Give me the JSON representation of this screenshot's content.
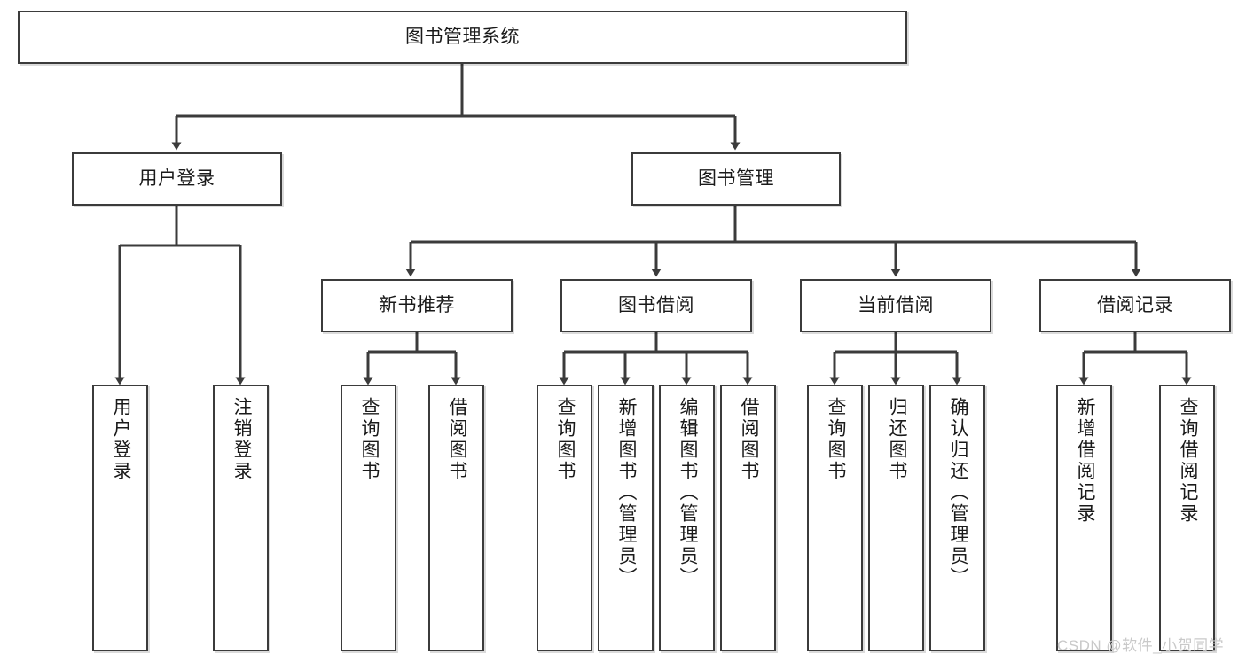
{
  "diagram": {
    "type": "hierarchy-tree",
    "root": {
      "id": "root",
      "label": "图书管理系统"
    },
    "level2": [
      {
        "id": "user-login",
        "label": "用户登录"
      },
      {
        "id": "book-management",
        "label": "图书管理"
      }
    ],
    "level3": [
      {
        "id": "new-book-recommend",
        "label": "新书推荐"
      },
      {
        "id": "book-borrow",
        "label": "图书借阅"
      },
      {
        "id": "current-borrow",
        "label": "当前借阅"
      },
      {
        "id": "borrow-record",
        "label": "借阅记录"
      }
    ],
    "leaves": [
      {
        "id": "leaf-user-login",
        "label": "用户登录",
        "parent": "user-login"
      },
      {
        "id": "leaf-user-logout",
        "label": "注销登录",
        "parent": "user-login"
      },
      {
        "id": "leaf-query-book-1",
        "label": "查询图书",
        "parent": "new-book-recommend"
      },
      {
        "id": "leaf-borrow-book-1",
        "label": "借阅图书",
        "parent": "new-book-recommend"
      },
      {
        "id": "leaf-query-book-2",
        "label": "查询图书",
        "parent": "book-borrow"
      },
      {
        "id": "leaf-add-book",
        "label": "新增图书（管理员）",
        "parent": "book-borrow"
      },
      {
        "id": "leaf-edit-book",
        "label": "编辑图书（管理员）",
        "parent": "book-borrow"
      },
      {
        "id": "leaf-borrow-book-2",
        "label": "借阅图书",
        "parent": "book-borrow"
      },
      {
        "id": "leaf-query-book-3",
        "label": "查询图书",
        "parent": "current-borrow"
      },
      {
        "id": "leaf-return-book",
        "label": "归还图书",
        "parent": "current-borrow"
      },
      {
        "id": "leaf-confirm-return",
        "label": "确认归还（管理员）",
        "parent": "current-borrow"
      },
      {
        "id": "leaf-add-record",
        "label": "新增借阅记录",
        "parent": "borrow-record"
      },
      {
        "id": "leaf-query-record",
        "label": "查询借阅记录",
        "parent": "borrow-record"
      }
    ],
    "colors": {
      "stroke": "#3b3b3b",
      "box_fill": "#ffffff",
      "text": "#1a1a1a",
      "watermark": "#c9c9c9",
      "background": "#ffffff"
    }
  },
  "watermark": {
    "text": "CSDN @软件_小贺同学"
  }
}
